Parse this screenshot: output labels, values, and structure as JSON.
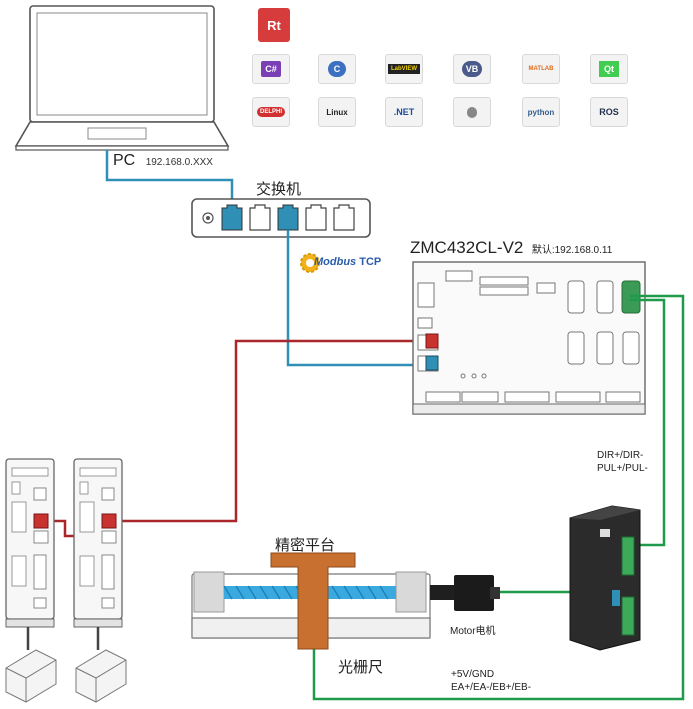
{
  "pc": {
    "label": "PC",
    "ip": "192.168.0.XXX"
  },
  "switch": {
    "label": "交换机"
  },
  "protocol": {
    "label_modbus": "Modbus",
    "label_tcp": "TCP"
  },
  "controller": {
    "model": "ZMC432CL-V2",
    "default_ip": "默认:192.168.0.11"
  },
  "signals": {
    "line1": "DIR+/DIR-",
    "line2": "PUL+/PUL-"
  },
  "stage": {
    "label": "精密平台"
  },
  "motor": {
    "label": "Motor电机"
  },
  "grating": {
    "label": "光栅尺"
  },
  "encoder": {
    "line1": "+5V/GND",
    "line2": "EA+/EA-/EB+/EB-"
  },
  "software": {
    "rt": "Rt",
    "row1": [
      "C#",
      "C",
      "LabVIEW",
      "VB",
      "MATLAB",
      "Qt"
    ],
    "row2": [
      "DELPHI",
      "Linux",
      ".NET",
      "Apple",
      "python",
      "ROS"
    ]
  },
  "colors": {
    "ethernet_blue": "#2f8fb5",
    "ethercat_red": "#a9272a",
    "signal_green": "#1f9a4a",
    "stage_orange": "#c8702f",
    "screw_blue": "#3aa9e0"
  }
}
